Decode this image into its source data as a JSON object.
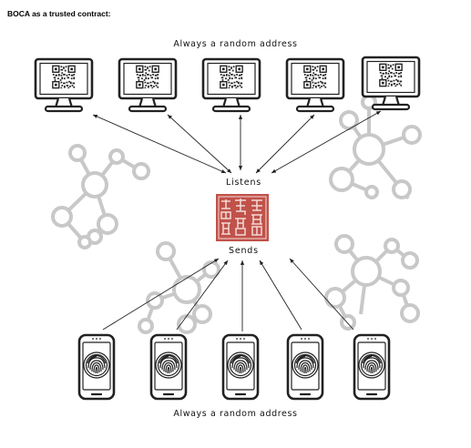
{
  "title": "BOCA as a trusted contract:",
  "top_caption": "Always a random address",
  "bottom_caption": "Always a random address",
  "listens_label": "Listens",
  "sends_label": "Sends",
  "icons": {
    "monitor": "monitor-qr-icon",
    "phone": "phone-fingerprint-icon",
    "seal": "red-seal-stamp",
    "network": "network-graph-icon"
  },
  "colors": {
    "network": "#c8c8c8",
    "seal": "#c0524a",
    "line": "#222222"
  }
}
